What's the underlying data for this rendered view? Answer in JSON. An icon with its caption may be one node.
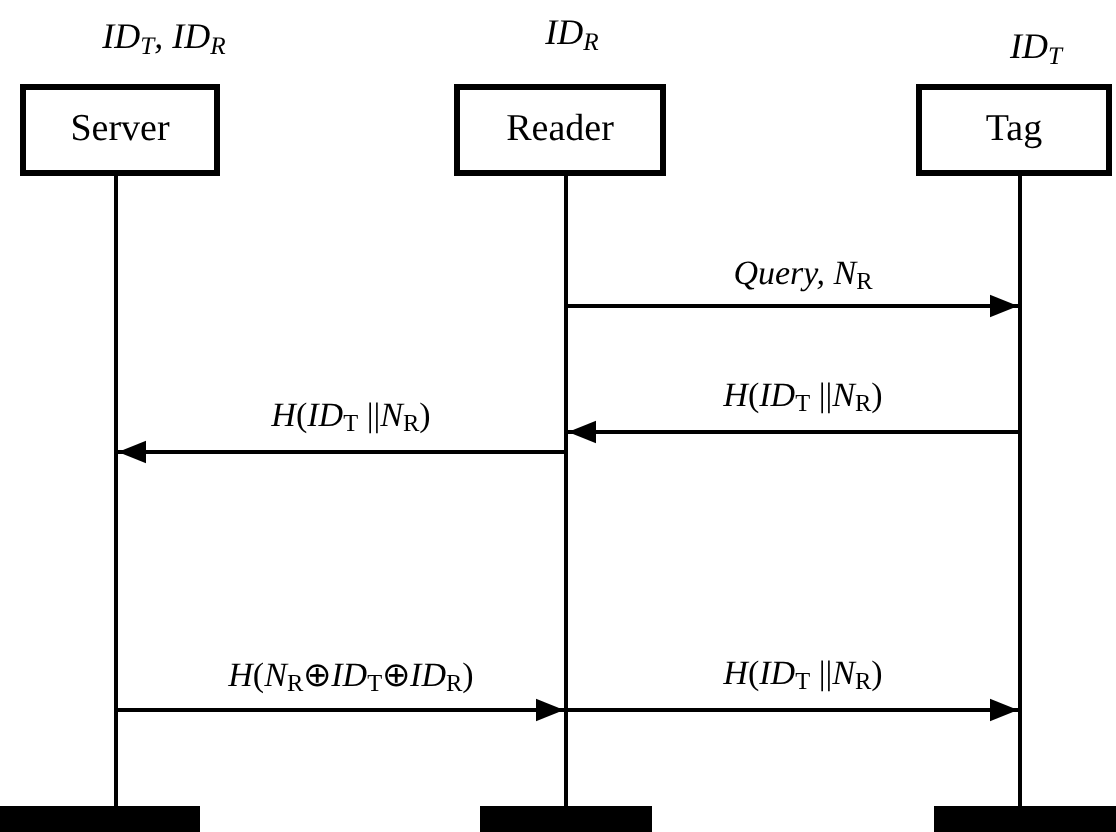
{
  "diagram": {
    "nodes": [
      {
        "text": [
          "Server"
        ],
        "beside": [
          "ID$_{T}$, ID$_{R}$"
        ]
      },
      {
        "text": [
          "Reader"
        ],
        "beside": [
          "ID$_{R}$"
        ]
      },
      {
        "text": [
          "Tag"
        ],
        "beside": [
          "ID$_{T}$"
        ]
      },
      {
        "text": [],
        "shape": "line"
      },
      {
        "text": [],
        "shape": "line"
      },
      {
        "text": [],
        "shape": "line"
      },
      {
        "text": [],
        "shape": "bar"
      },
      {
        "text": [],
        "shape": "bar"
      },
      {
        "text": [],
        "shape": "bar"
      }
    ],
    "edges": [
      {
        "from": 4,
        "to": 5,
        "arrow": "to",
        "label": "*Query, N*$_{R}$"
      },
      {
        "from": 5,
        "to": 4,
        "arrow": "to",
        "label": "*H*(*ID*$_{T}$ ||*N*$_{R}$)"
      },
      {
        "from": 4,
        "to": 3,
        "arrow": "to",
        "label": "*H*(*ID*$_{T}$ ||*N*$_{R}$)"
      },
      {
        "from": 3,
        "to": 4,
        "arrow": "to",
        "label": "*H*(*N*$_{R}$⊕*ID*$_{T}$⊕*ID*$_{R}$)"
      },
      {
        "from": 4,
        "to": 5,
        "arrow": "to",
        "label": "*H*(*ID*$_{T}$ ||*N*$_{R}$)"
      }
    ]
  }
}
